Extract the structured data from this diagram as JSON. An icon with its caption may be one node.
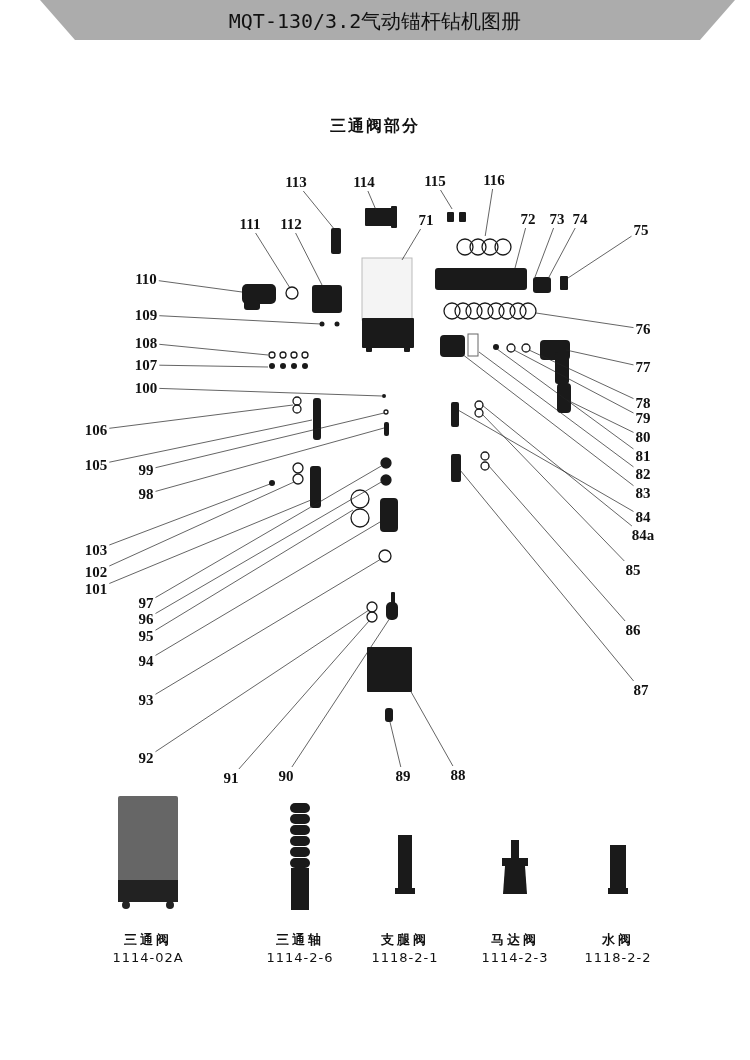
{
  "diagram": {
    "title": "MQT-130/3.2气动锚杆钻机图册",
    "nodes": [
      {
        "text": [
          "113"
        ]
      },
      {
        "text": [
          "114"
        ]
      },
      {
        "text": [
          "115"
        ]
      },
      {
        "text": [
          "116"
        ]
      },
      {
        "text": [
          "111"
        ]
      },
      {
        "text": [
          "112"
        ]
      },
      {
        "text": [
          "71"
        ]
      },
      {
        "text": [
          "72"
        ]
      },
      {
        "text": [
          "73"
        ]
      },
      {
        "text": [
          "74"
        ]
      },
      {
        "text": [
          "75"
        ]
      },
      {
        "text": [
          "110"
        ]
      },
      {
        "text": [
          "109"
        ]
      },
      {
        "text": [
          "76"
        ]
      },
      {
        "text": [
          "108"
        ]
      },
      {
        "text": [
          "107"
        ]
      },
      {
        "text": [
          "77"
        ]
      },
      {
        "text": [
          "100"
        ]
      },
      {
        "text": [
          "78"
        ]
      },
      {
        "text": [
          "106"
        ]
      },
      {
        "text": [
          "79"
        ]
      },
      {
        "text": [
          "105"
        ]
      },
      {
        "text": [
          "80"
        ]
      },
      {
        "text": [
          "99"
        ]
      },
      {
        "text": [
          "81"
        ]
      },
      {
        "text": [
          "98"
        ]
      },
      {
        "text": [
          "82"
        ]
      },
      {
        "text": [
          "83"
        ]
      },
      {
        "text": [
          "84"
        ]
      },
      {
        "text": [
          "84a"
        ]
      },
      {
        "text": [
          "103"
        ]
      },
      {
        "text": [
          "102"
        ]
      },
      {
        "text": [
          "101"
        ]
      },
      {
        "text": [
          "85"
        ]
      },
      {
        "text": [
          "97"
        ]
      },
      {
        "text": [
          "96"
        ]
      },
      {
        "text": [
          "95"
        ]
      },
      {
        "text": [
          "94"
        ]
      },
      {
        "text": [
          "86"
        ]
      },
      {
        "text": [
          "93"
        ]
      },
      {
        "text": [
          "87"
        ]
      },
      {
        "text": [
          "92"
        ]
      },
      {
        "text": [
          "91"
        ]
      },
      {
        "text": [
          "90"
        ]
      },
      {
        "text": [
          "89"
        ]
      },
      {
        "text": [
          "88"
        ]
      },
      {
        "text": [
          "三通阀",
          "1114-02A"
        ]
      },
      {
        "text": [
          "三通轴",
          "1114-2-6"
        ]
      },
      {
        "text": [
          "支腿阀",
          "1118-2-1"
        ]
      },
      {
        "text": [
          "马达阀",
          "1114-2-3"
        ]
      },
      {
        "text": [
          "水阀",
          "1118-2-2"
        ]
      },
      {
        "text": [],
        "shape": "picture"
      },
      {
        "text": [],
        "shape": "picture"
      }
    ],
    "edges": [
      {
        "from": 0,
        "to": null,
        "arrow": "none"
      },
      {
        "from": 1,
        "to": null,
        "arrow": "none"
      },
      {
        "from": 2,
        "to": 51,
        "arrow": "none"
      },
      {
        "from": 3,
        "to": 52,
        "arrow": "none"
      },
      {
        "from": 4,
        "to": null,
        "arrow": "none"
      },
      {
        "from": 5,
        "to": null,
        "arrow": "none"
      },
      {
        "from": 6,
        "to": null,
        "arrow": "none"
      },
      {
        "from": 7,
        "to": null,
        "arrow": "none"
      },
      {
        "from": 8,
        "to": null,
        "arrow": "none"
      },
      {
        "from": 9,
        "to": null,
        "arrow": "none"
      },
      {
        "from": 10,
        "to": null,
        "arrow": "none"
      },
      {
        "from": 11,
        "to": null,
        "arrow": "none"
      },
      {
        "from": 12,
        "to": null,
        "arrow": "none"
      },
      {
        "from": 13,
        "to": null,
        "arrow": "none"
      },
      {
        "from": 14,
        "to": null,
        "arrow": "none"
      },
      {
        "from": 15,
        "to": null,
        "arrow": "none"
      },
      {
        "from": 16,
        "to": null,
        "arrow": "none"
      },
      {
        "from": 17,
        "to": null,
        "arrow": "none"
      },
      {
        "from": 18,
        "to": null,
        "arrow": "none"
      },
      {
        "from": 19,
        "to": null,
        "arrow": "none"
      },
      {
        "from": 20,
        "to": null,
        "arrow": "none"
      },
      {
        "from": 21,
        "to": null,
        "arrow": "none"
      },
      {
        "from": 22,
        "to": null,
        "arrow": "none"
      },
      {
        "from": 23,
        "to": null,
        "arrow": "none"
      },
      {
        "from": 24,
        "to": null,
        "arrow": "none"
      },
      {
        "from": 25,
        "to": null,
        "arrow": "none"
      },
      {
        "from": 26,
        "to": null,
        "arrow": "none"
      },
      {
        "from": 27,
        "to": null,
        "arrow": "none"
      },
      {
        "from": 28,
        "to": null,
        "arrow": "none"
      },
      {
        "from": 29,
        "to": null,
        "arrow": "none"
      },
      {
        "from": 30,
        "to": null,
        "arrow": "none"
      },
      {
        "from": 31,
        "to": null,
        "arrow": "none"
      },
      {
        "from": 32,
        "to": null,
        "arrow": "none"
      },
      {
        "from": 33,
        "to": null,
        "arrow": "none"
      },
      {
        "from": 34,
        "to": null,
        "arrow": "none"
      },
      {
        "from": 35,
        "to": null,
        "arrow": "none"
      },
      {
        "from": 36,
        "to": null,
        "arrow": "none"
      },
      {
        "from": 37,
        "to": null,
        "arrow": "none"
      },
      {
        "from": 38,
        "to": null,
        "arrow": "none"
      },
      {
        "from": 39,
        "to": null,
        "arrow": "none"
      },
      {
        "from": 40,
        "to": null,
        "arrow": "none"
      },
      {
        "from": 41,
        "to": null,
        "arrow": "none"
      },
      {
        "from": 42,
        "to": null,
        "arrow": "none"
      },
      {
        "from": 43,
        "to": null,
        "arrow": "none"
      },
      {
        "from": 44,
        "to": null,
        "arrow": "none"
      },
      {
        "from": 45,
        "to": null,
        "arrow": "none"
      }
    ],
    "labels": [
      "三通阀部分"
    ]
  }
}
